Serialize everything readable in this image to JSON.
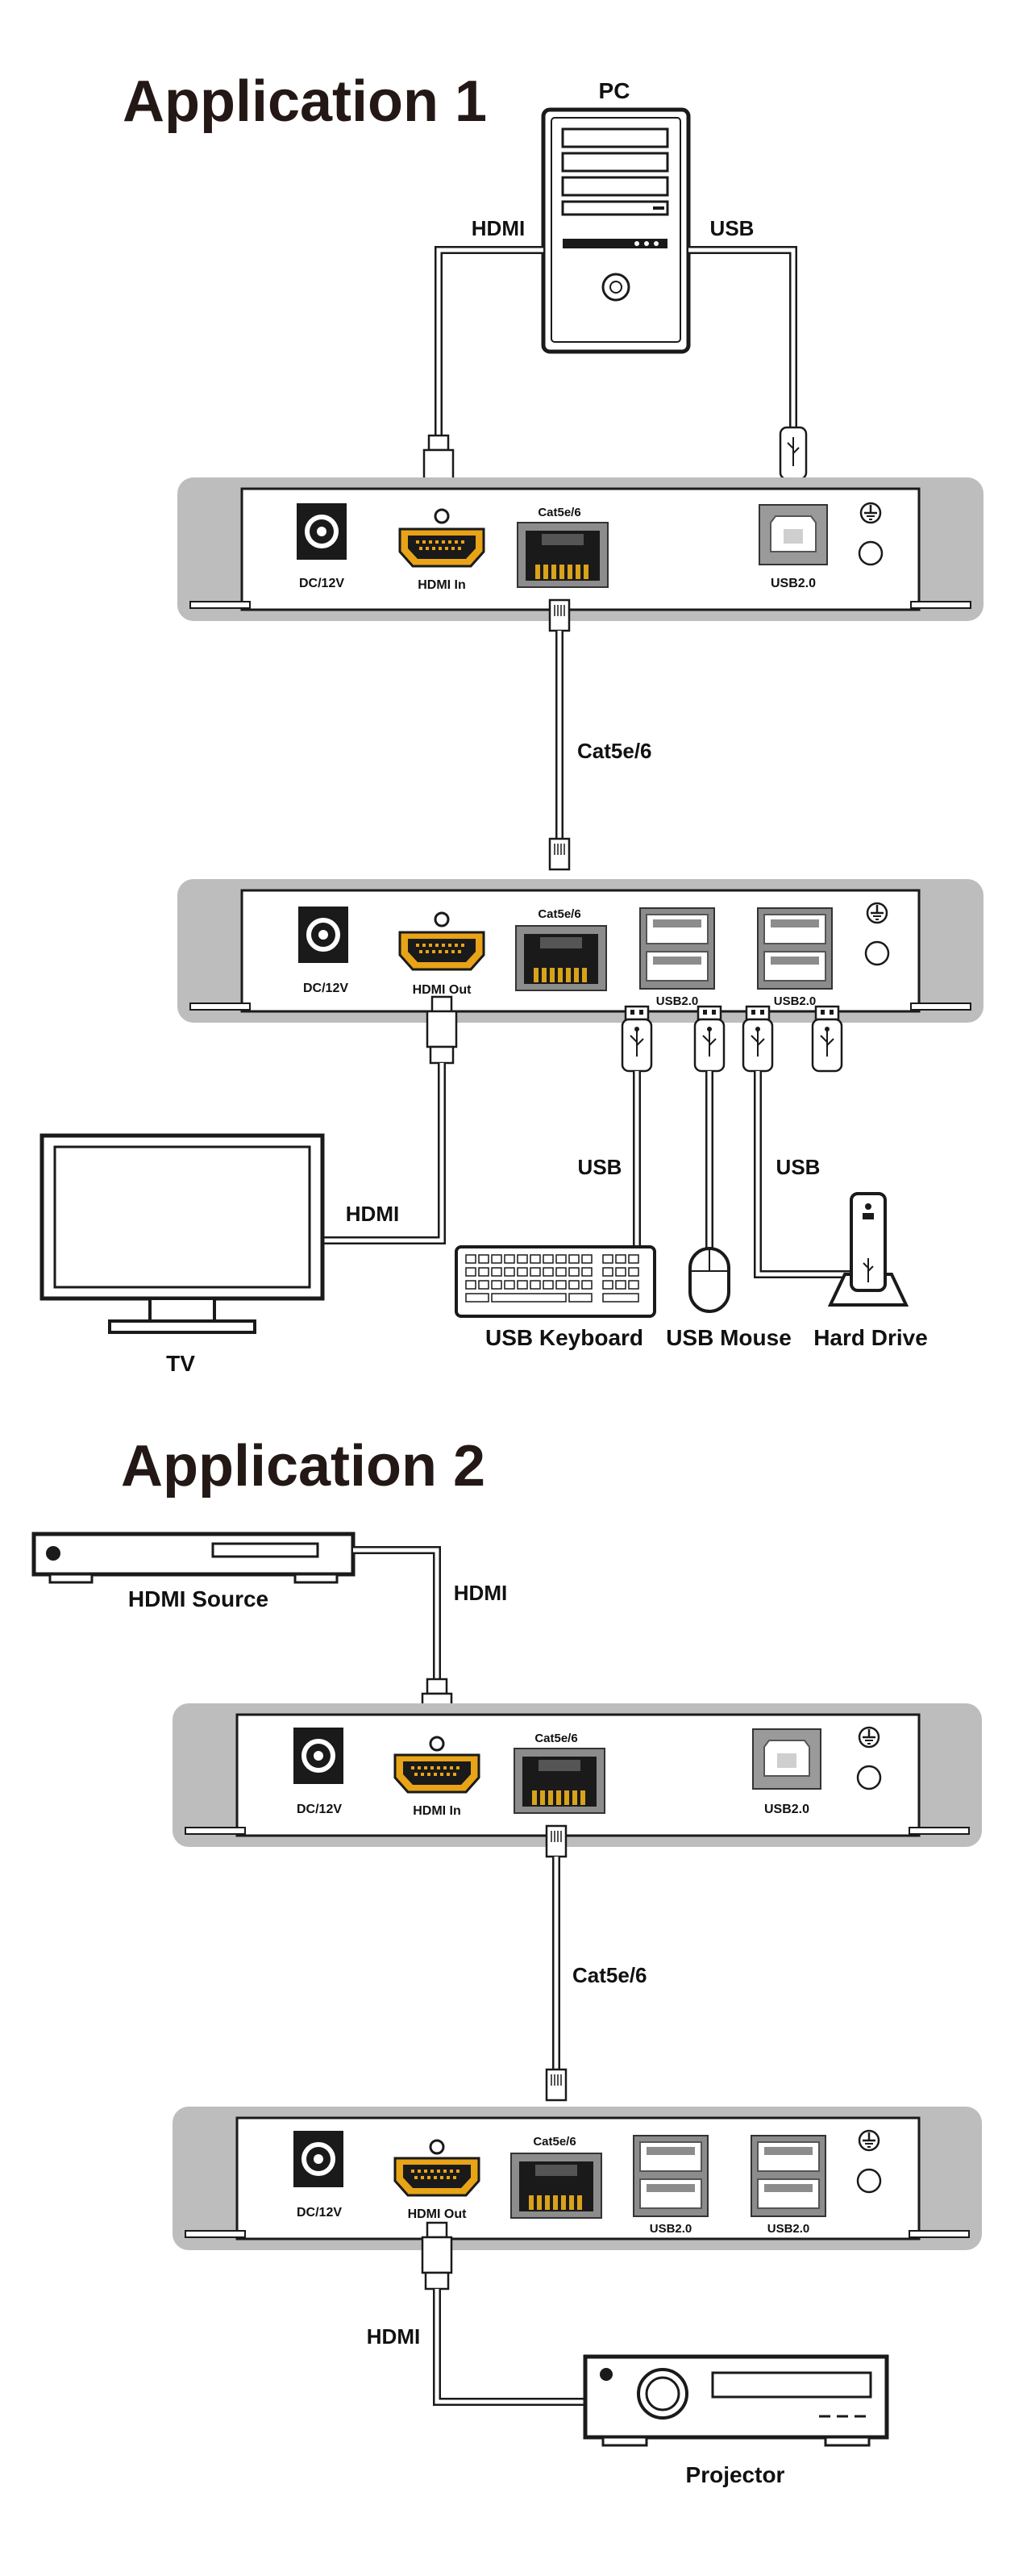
{
  "app1": {
    "title": "Application 1",
    "pc_label": "PC",
    "hdmi_label": "HDMI",
    "usb_label": "USB",
    "cat_label": "Cat5e/6",
    "tx": {
      "dc": "DC/12V",
      "hdmi": "HDMI In",
      "cat": "Cat5e/6",
      "usb": "USB2.0"
    },
    "rx": {
      "dc": "DC/12V",
      "hdmi": "HDMI Out",
      "cat": "Cat5e/6",
      "usb1": "USB2.0",
      "usb2": "USB2.0"
    },
    "tv_hdmi_label": "HDMI",
    "usb_left_label": "USB",
    "usb_right_label": "USB",
    "tv_label": "TV",
    "keyboard_label": "USB Keyboard",
    "mouse_label": "USB Mouse",
    "drive_label": "Hard Drive"
  },
  "app2": {
    "title": "Application 2",
    "source_label": "HDMI Source",
    "hdmi_label": "HDMI",
    "cat_label": "Cat5e/6",
    "tx": {
      "dc": "DC/12V",
      "hdmi": "HDMI In",
      "cat": "Cat5e/6",
      "usb": "USB2.0"
    },
    "rx": {
      "dc": "DC/12V",
      "hdmi": "HDMI Out",
      "cat": "Cat5e/6",
      "usb1": "USB2.0",
      "usb2": "USB2.0"
    },
    "projector_hdmi_label": "HDMI",
    "projector_label": "Projector"
  },
  "colors": {
    "ink": "#231815",
    "panel_gray": "#bdbdbd",
    "hdmi_gold": "#e8a317",
    "rj45_gold": "#d9a21b",
    "port_gray": "#8c8c8c"
  }
}
